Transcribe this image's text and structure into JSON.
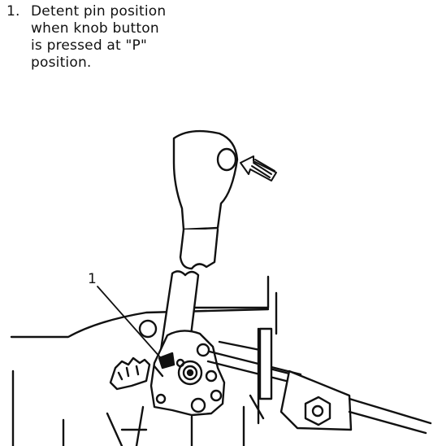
{
  "caption": {
    "number": "1.",
    "lines": [
      "Detent pin position",
      "when knob button",
      "is pressed at \"P\"",
      "position."
    ]
  },
  "callout_label": "1"
}
